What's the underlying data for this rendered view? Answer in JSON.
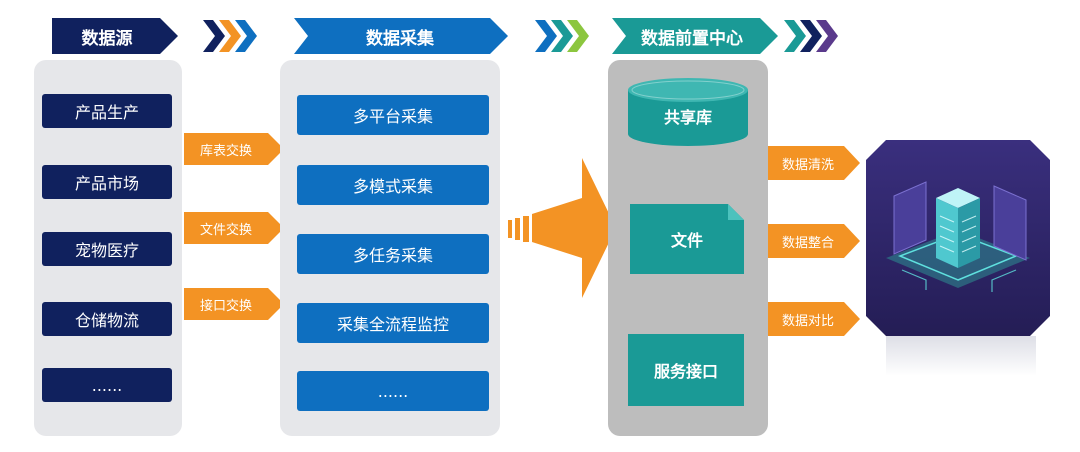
{
  "headers": {
    "source": "数据源",
    "collect": "数据采集",
    "center": "数据前置中心"
  },
  "sources": [
    "产品生产",
    "产品市场",
    "宠物医疗",
    "仓储物流",
    "......"
  ],
  "exchanges": [
    "库表交换",
    "文件交换",
    "接口交换"
  ],
  "collects": [
    "多平台采集",
    "多模式采集",
    "多任务采集",
    "采集全流程监控",
    "......"
  ],
  "center": {
    "db": "共享库",
    "file": "文件",
    "api": "服务接口"
  },
  "processes": [
    "数据清洗",
    "数据整合",
    "数据对比"
  ],
  "colors": {
    "navy": "#10215e",
    "blue": "#0e6fc0",
    "orange": "#f39324",
    "teal": "#1a9a96",
    "gray": "#bdbdbd"
  },
  "icons": [
    "chevron-right-icon",
    "server-isometric-icon",
    "database-cylinder-icon",
    "document-icon",
    "big-arrow-icon"
  ]
}
